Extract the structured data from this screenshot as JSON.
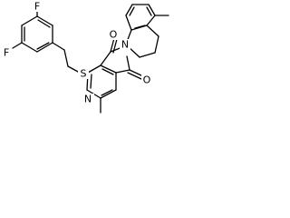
{
  "molecule": {
    "atoms": {
      "F_meta": "F",
      "F_para": "F",
      "S": "S",
      "N_pyridine": "N",
      "N_imide": "N",
      "O_top": "O",
      "O_bottom": "O"
    }
  }
}
